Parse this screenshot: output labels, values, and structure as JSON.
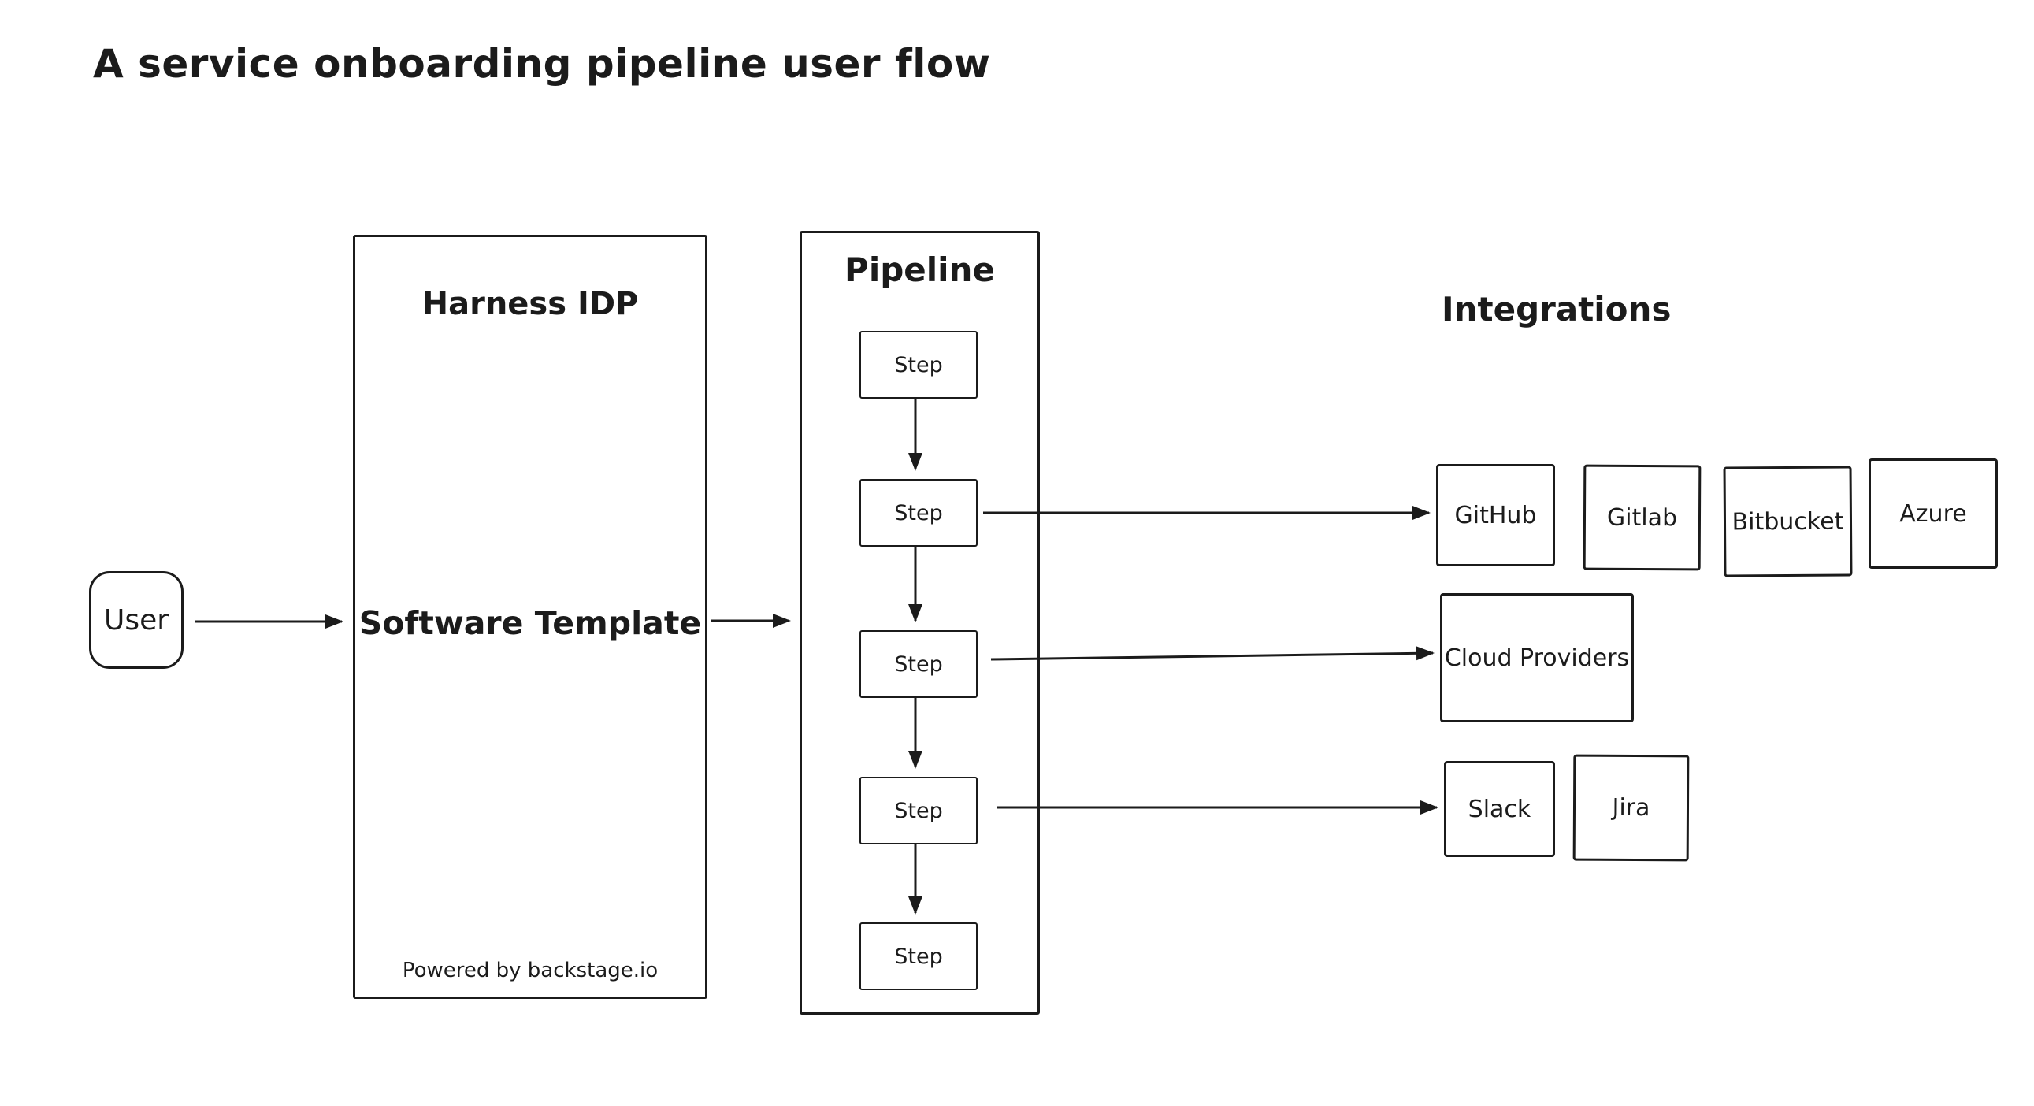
{
  "title": "A service onboarding pipeline user flow",
  "colors": {
    "ink": "#1b1b1b",
    "background": "#ffffff"
  },
  "diagram": {
    "user": {
      "label": "User"
    },
    "harness": {
      "title": "Harness IDP",
      "label": "Software Template",
      "footer": "Powered by backstage.io"
    },
    "pipeline": {
      "title": "Pipeline",
      "steps": [
        "Step",
        "Step",
        "Step",
        "Step",
        "Step"
      ]
    },
    "integrations": {
      "title": "Integrations",
      "scm": [
        "GitHub",
        "Gitlab",
        "Bitbucket",
        "Azure"
      ],
      "cloud": [
        "Cloud Providers"
      ],
      "collab": [
        "Slack",
        "Jira"
      ]
    }
  }
}
